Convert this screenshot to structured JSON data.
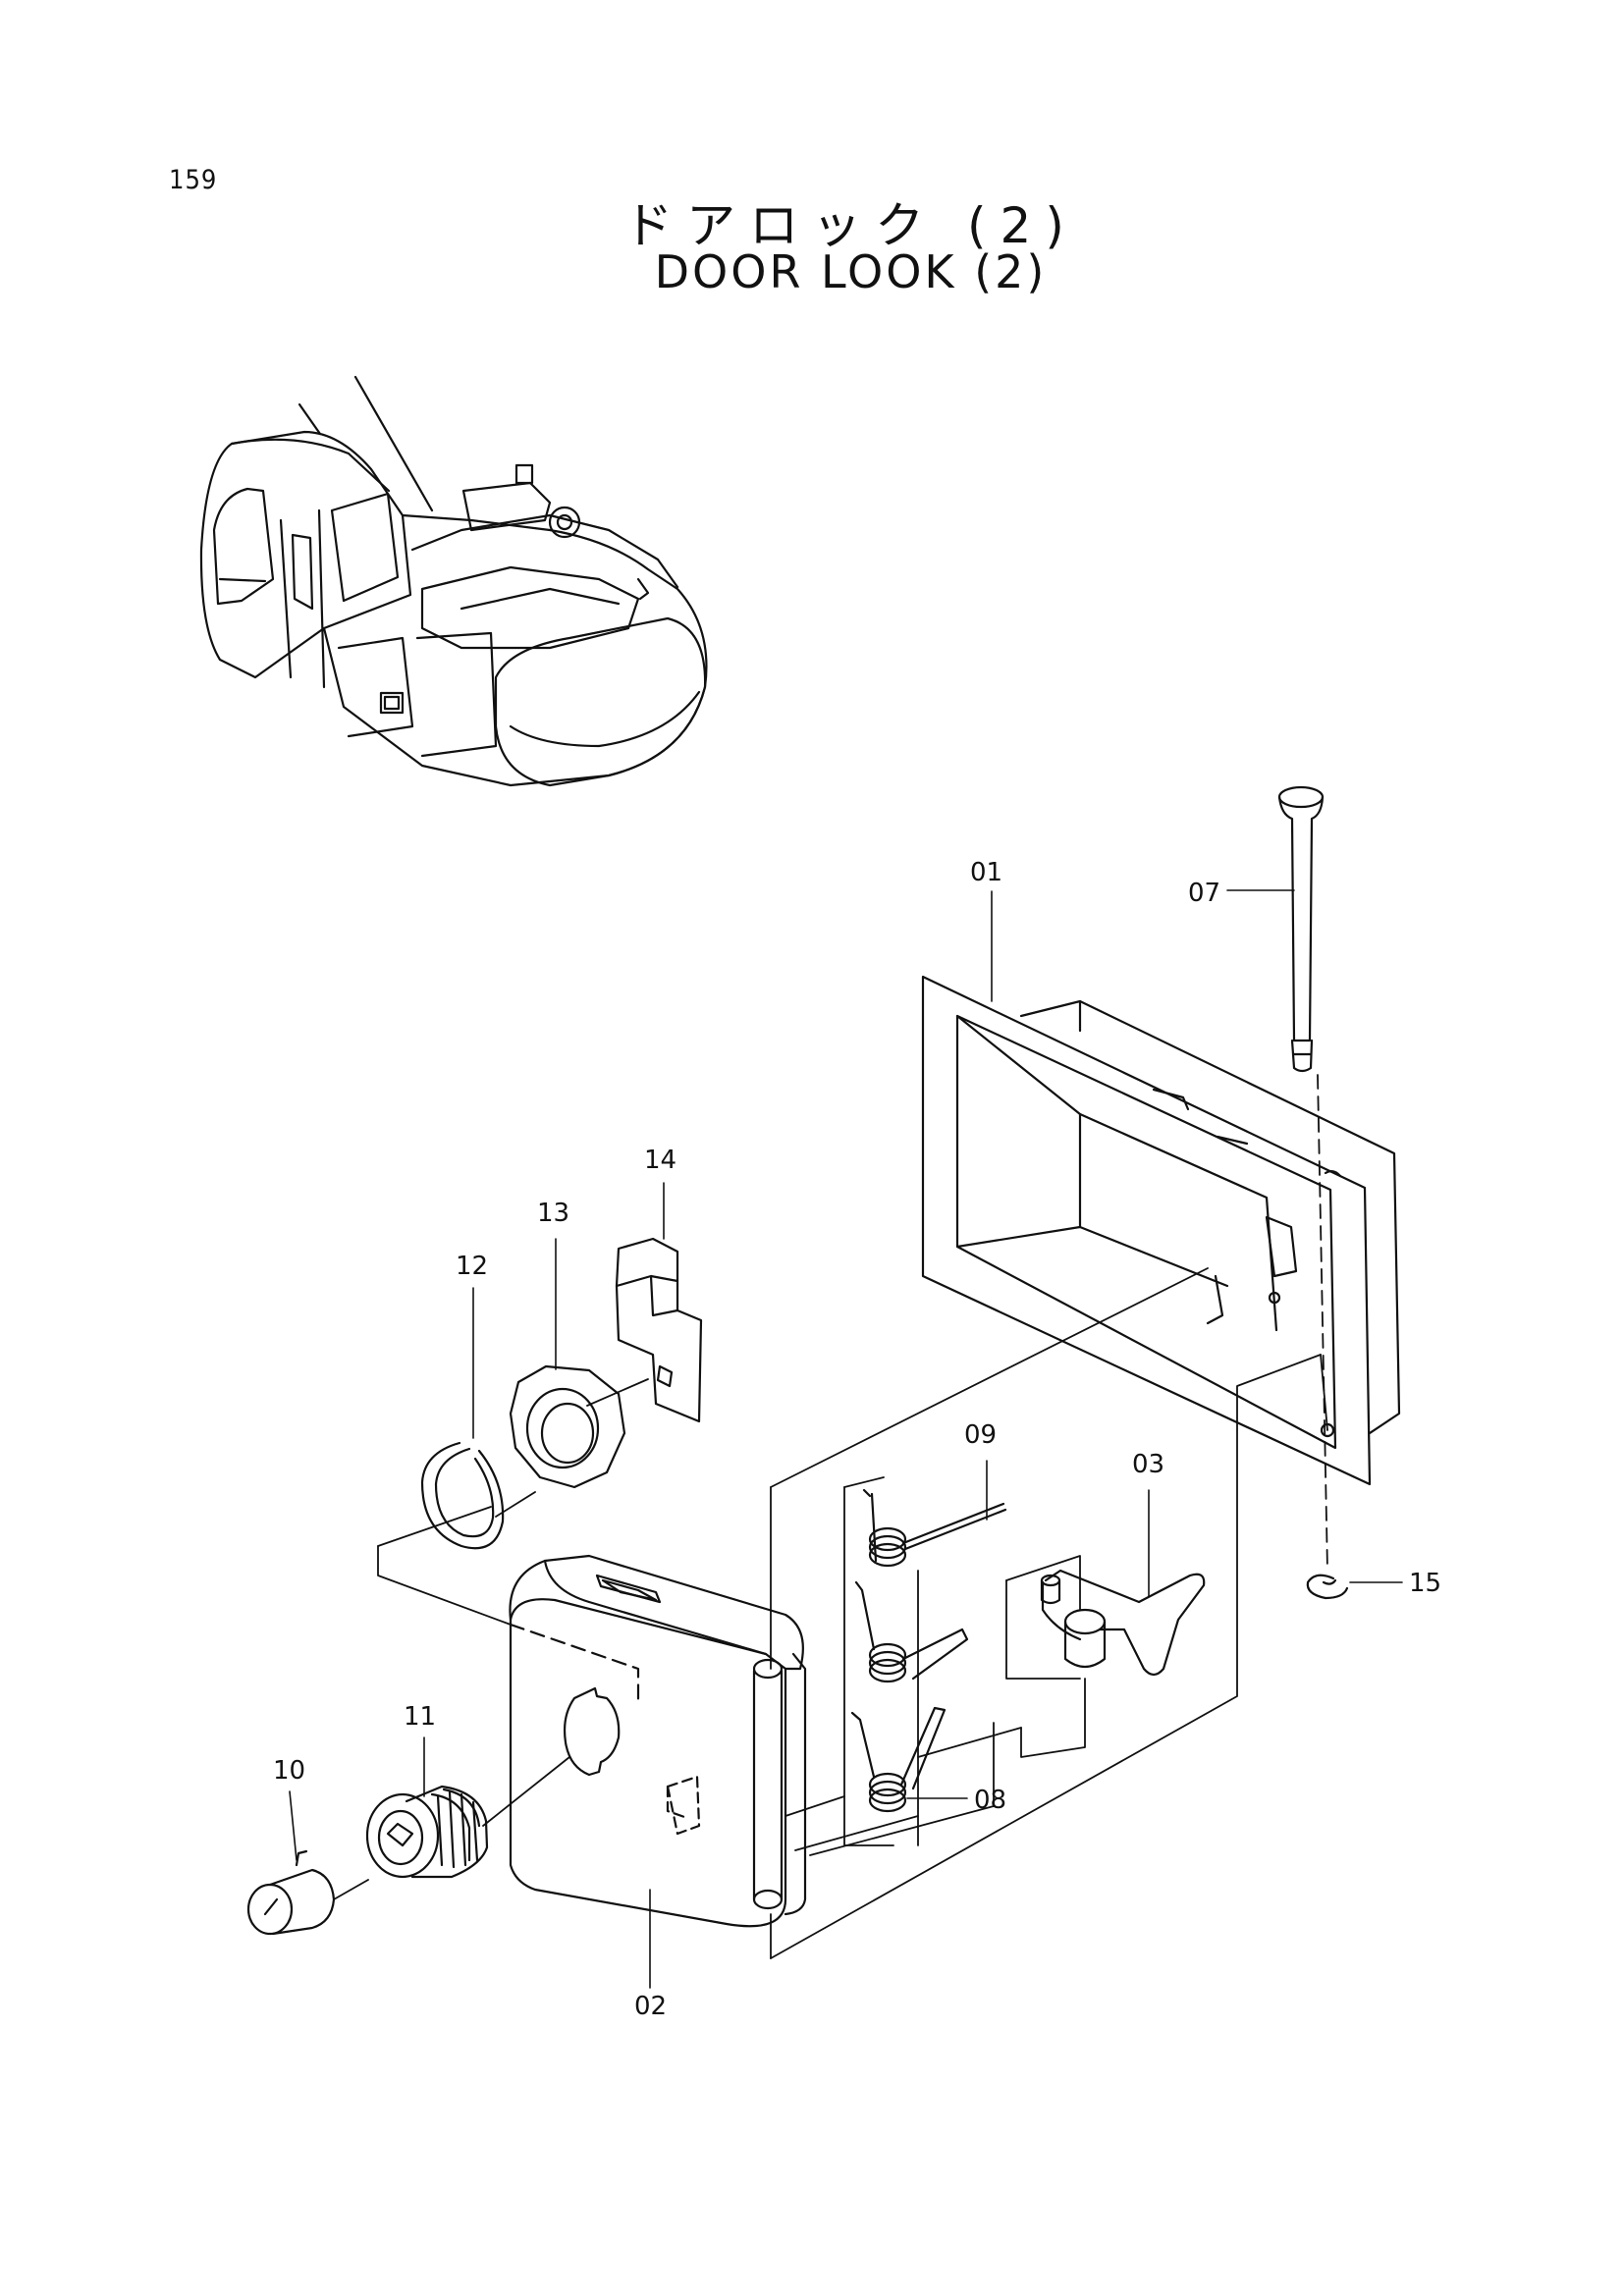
{
  "page": {
    "number": "159",
    "title_jp": "ドアロック (2)",
    "title_en": "DOOR LOOK (2)"
  },
  "callouts": [
    {
      "id": "01",
      "label": "01"
    },
    {
      "id": "02",
      "label": "02"
    },
    {
      "id": "03",
      "label": "03"
    },
    {
      "id": "07",
      "label": "07"
    },
    {
      "id": "08",
      "label": "08"
    },
    {
      "id": "09",
      "label": "09"
    },
    {
      "id": "10",
      "label": "10"
    },
    {
      "id": "11",
      "label": "11"
    },
    {
      "id": "12",
      "label": "12"
    },
    {
      "id": "13",
      "label": "13"
    },
    {
      "id": "14",
      "label": "14"
    },
    {
      "id": "15",
      "label": "15"
    }
  ],
  "colors": {
    "ink": "#111111",
    "paper": "#ffffff"
  }
}
